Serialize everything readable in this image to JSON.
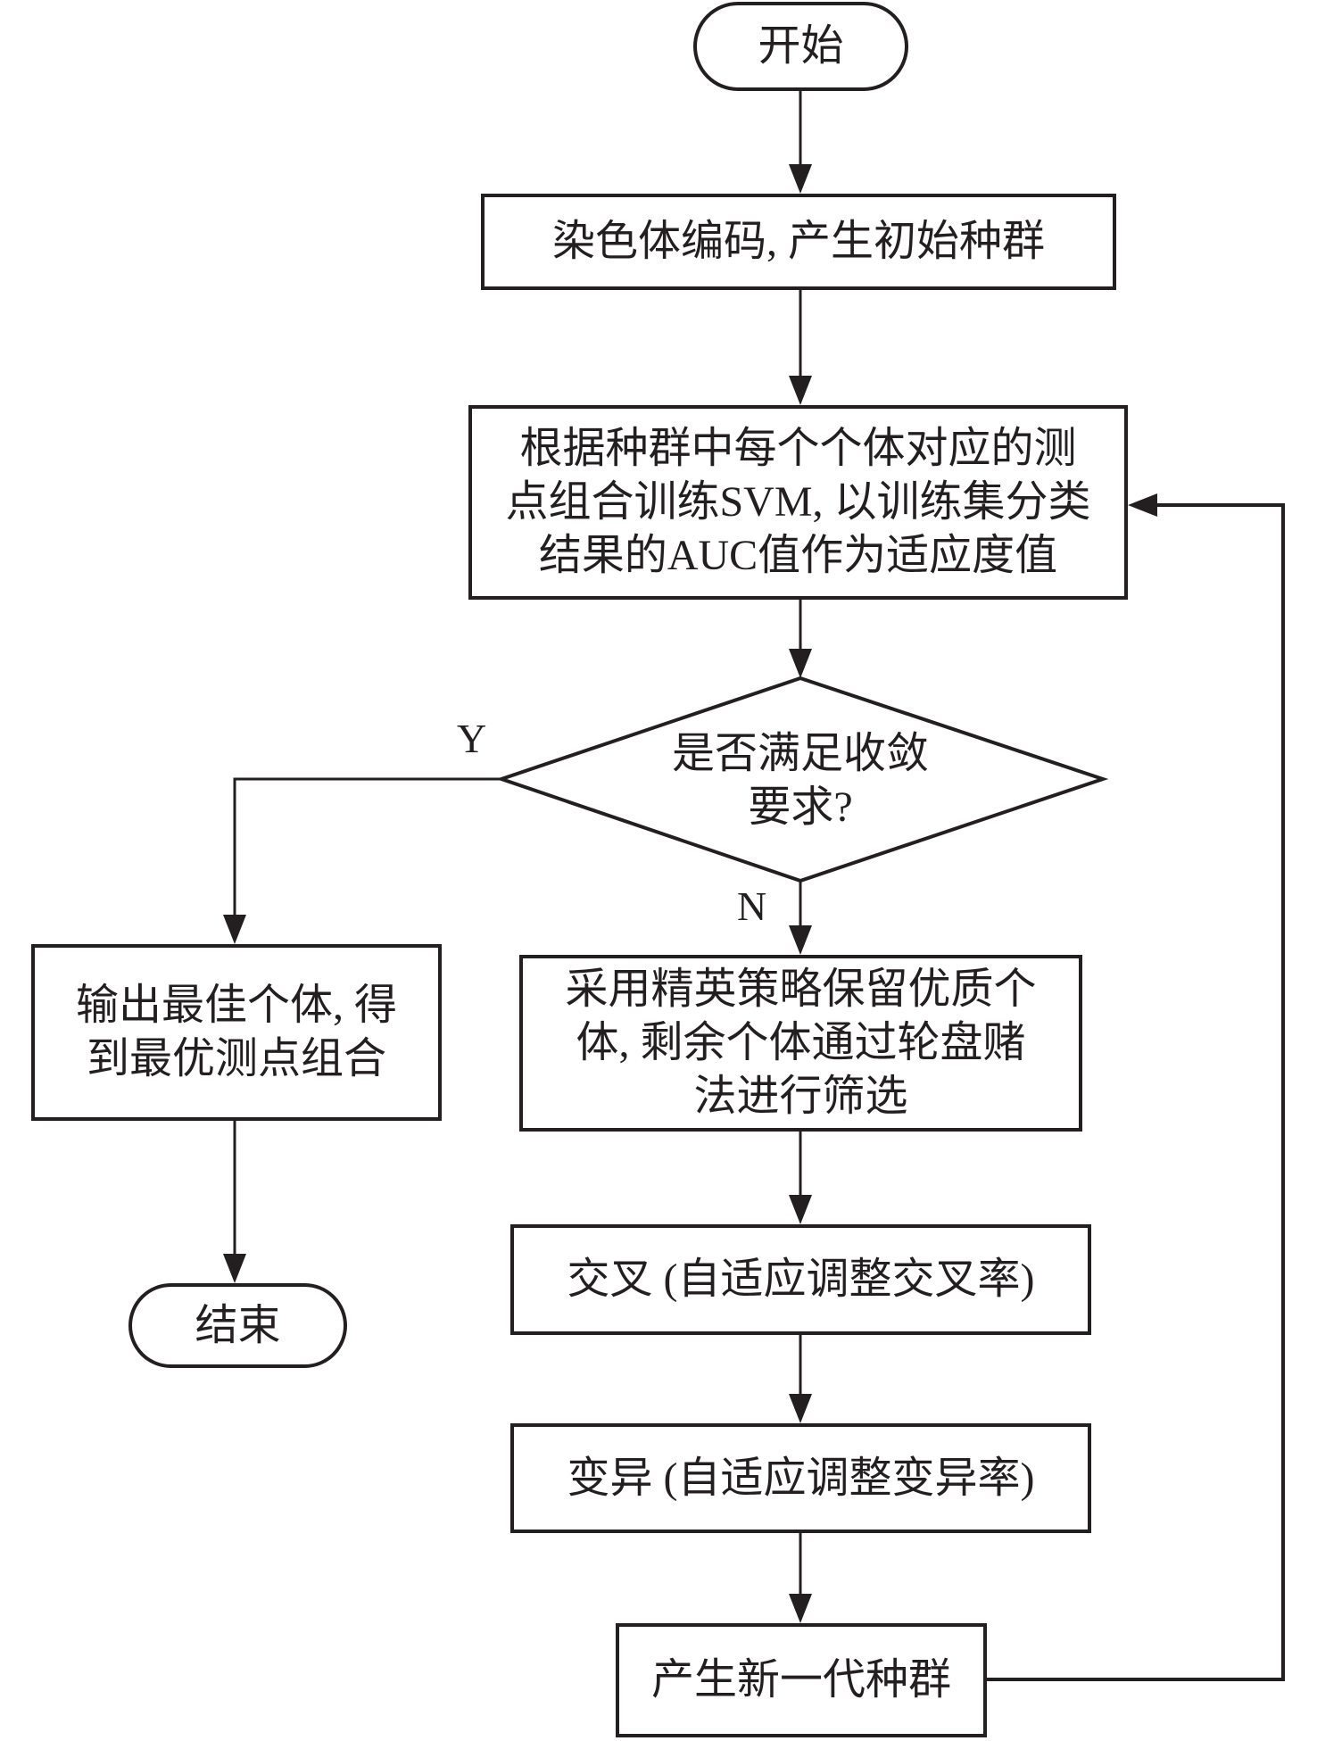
{
  "flowchart": {
    "start": "开始",
    "encode": "染色体编码, 产生初始种群",
    "train": [
      "根据种群中每个个体对应的测",
      "点组合训练SVM, 以训练集分类",
      "结果的AUC值作为适应度值"
    ],
    "decision": [
      "是否满足收敛",
      "要求?"
    ],
    "yes_label": "Y",
    "no_label": "N",
    "output": [
      "输出最佳个体, 得",
      "到最优测点组合"
    ],
    "end": "结束",
    "select": [
      "采用精英策略保留优质个",
      "体, 剩余个体通过轮盘赌",
      "法进行筛选"
    ],
    "crossover": "交叉 (自适应调整交叉率)",
    "mutation": "变异 (自适应调整变异率)",
    "new_generation": "产生新一代种群"
  }
}
